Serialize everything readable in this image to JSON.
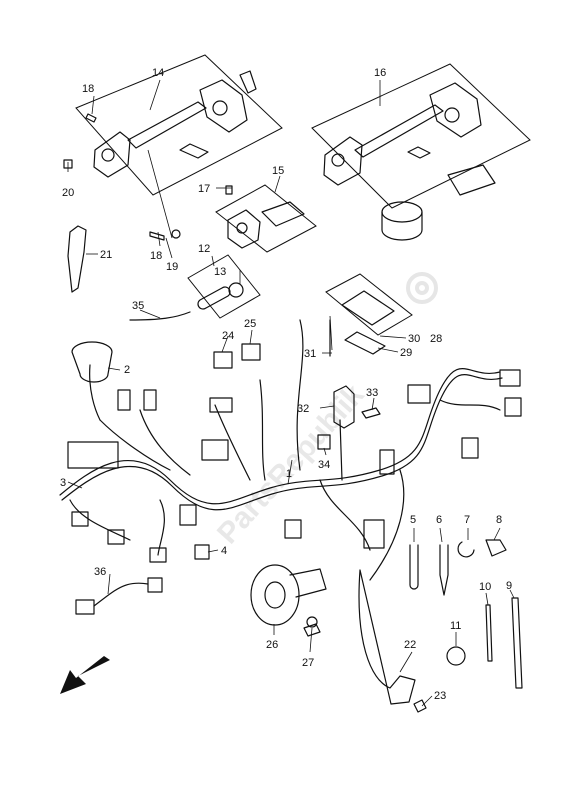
{
  "watermark": {
    "text": "PartsRepublik"
  },
  "labels": {
    "l1": "1",
    "l2": "2",
    "l3": "3",
    "l4": "4",
    "l5": "5",
    "l6": "6",
    "l7": "7",
    "l8": "8",
    "l9": "9",
    "l10": "10",
    "l11": "11",
    "l12": "12",
    "l13": "13",
    "l14": "14",
    "l15": "15",
    "l16": "16",
    "l17": "17",
    "l18a": "18",
    "l18b": "18",
    "l19": "19",
    "l20": "20",
    "l21": "21",
    "l22": "22",
    "l23": "23",
    "l24": "24",
    "l25": "25",
    "l26": "26",
    "l27": "27",
    "l28": "28",
    "l29": "29",
    "l30": "30",
    "l31": "31",
    "l32": "32",
    "l33": "33",
    "l34": "34",
    "l35": "35",
    "l36": "36"
  }
}
